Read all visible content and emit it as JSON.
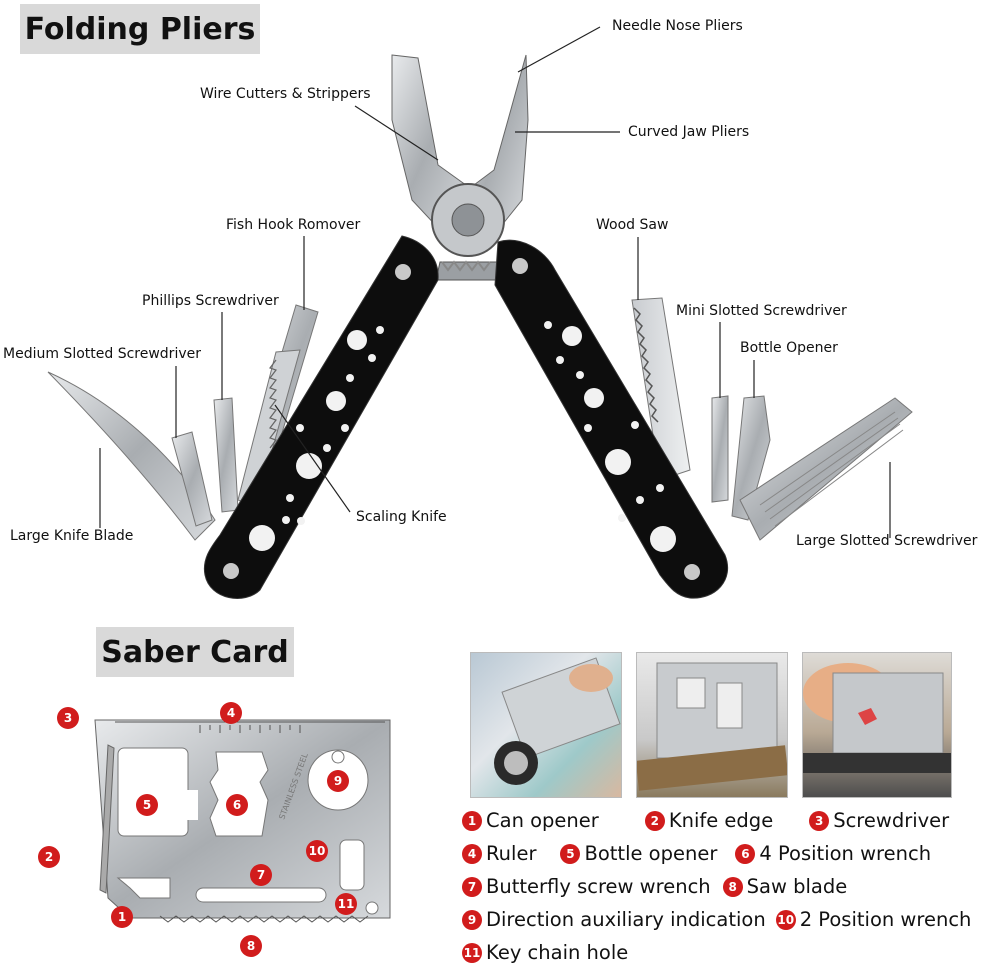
{
  "titles": {
    "folding": "Folding Pliers",
    "saber": "Saber Card"
  },
  "labels": {
    "needle_nose": "Needle Nose Pliers",
    "wire_cutters": "Wire Cutters & Strippers",
    "curved_jaw": "Curved Jaw Pliers",
    "fish_hook": "Fish Hook Romover",
    "wood_saw": "Wood Saw",
    "phillips": "Phillips Screwdriver",
    "mini_slotted": "Mini Slotted Screwdriver",
    "medium_slotted": "Medium Slotted Screwdriver",
    "bottle_opener": "Bottle Opener",
    "scaling_knife": "Scaling Knife",
    "large_knife": "Large Knife Blade",
    "large_slotted": "Large Slotted Screwdriver"
  },
  "card_numbers": [
    "1",
    "2",
    "3",
    "4",
    "5",
    "6",
    "7",
    "8",
    "9",
    "10",
    "11"
  ],
  "card_text": "STAINLESS STEEL",
  "legend": [
    [
      {
        "n": "1",
        "t": "Can opener"
      },
      {
        "n": "2",
        "t": "Knife edge"
      },
      {
        "n": "3",
        "t": "Screwdriver"
      }
    ],
    [
      {
        "n": "4",
        "t": "Ruler"
      },
      {
        "n": "5",
        "t": "Bottle opener"
      },
      {
        "n": "6",
        "t": "4 Position wrench"
      }
    ],
    [
      {
        "n": "7",
        "t": "Butterfly screw wrench"
      },
      {
        "n": "8",
        "t": "Saw blade"
      }
    ],
    [
      {
        "n": "9",
        "t": "Direction auxiliary indication"
      },
      {
        "n": "10",
        "t": "2 Position wrench"
      }
    ],
    [
      {
        "n": "11",
        "t": "Key chain hole"
      }
    ]
  ],
  "colors": {
    "badge": "#d11c1c",
    "title_bg": "#d9d9d9",
    "handle": "#0d0d0d",
    "steel": "#b8bcc0"
  }
}
